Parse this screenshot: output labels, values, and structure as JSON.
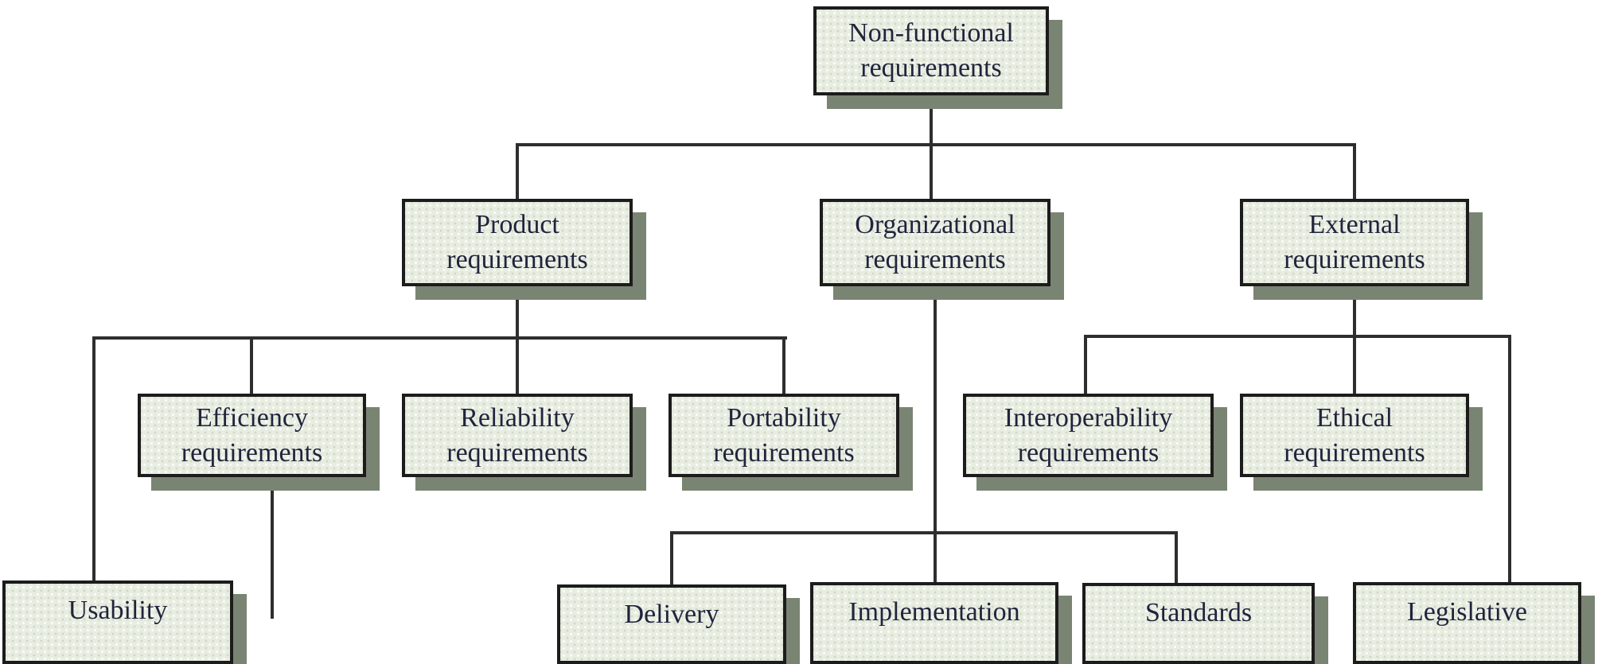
{
  "colors": {
    "background": "#ffffff",
    "box_fill": "#e8ede1",
    "box_border": "#1c1c1c",
    "shadow": "#7a8472",
    "line": "#2e2e2e",
    "text": "#20243c"
  },
  "nodes": {
    "non_functional": {
      "label": "Non-functional\nrequirements"
    },
    "product": {
      "label": "Product\nrequirements"
    },
    "organizational": {
      "label": "Organizational\nrequirements"
    },
    "external": {
      "label": "External\nrequirements"
    },
    "efficiency": {
      "label": "Efficiency\nrequirements"
    },
    "reliability": {
      "label": "Reliability\nrequirements"
    },
    "portability": {
      "label": "Portability\nrequirements"
    },
    "interoperability": {
      "label": "Interoperability\nrequirements"
    },
    "ethical": {
      "label": "Ethical\nrequirements"
    },
    "usability": {
      "label": "Usability"
    },
    "delivery": {
      "label": "Delivery"
    },
    "implementation": {
      "label": "Implementation"
    },
    "standards": {
      "label": "Standards"
    },
    "legislative": {
      "label": "Legislative"
    }
  },
  "hierarchy": [
    {
      "parent": "Non-functional requirements",
      "children": [
        "Product requirements",
        "Organizational requirements",
        "External requirements"
      ]
    },
    {
      "parent": "Product requirements",
      "children": [
        "Usability",
        "Efficiency requirements",
        "Reliability requirements",
        "Portability requirements"
      ]
    },
    {
      "parent": "Organizational requirements",
      "children": [
        "Delivery",
        "Implementation",
        "Standards"
      ]
    },
    {
      "parent": "External requirements",
      "children": [
        "Interoperability requirements",
        "Ethical requirements",
        "Legislative"
      ]
    }
  ]
}
